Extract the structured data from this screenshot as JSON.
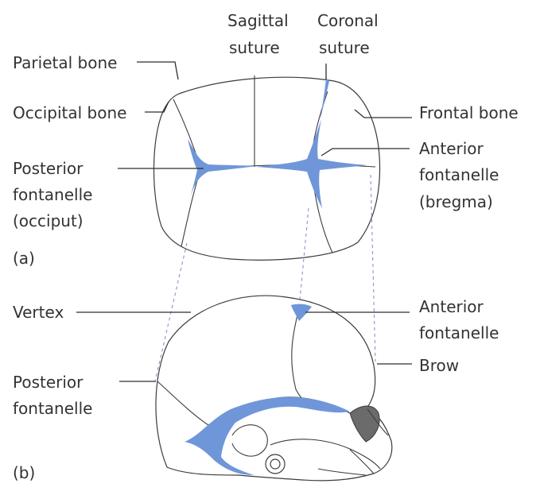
{
  "colors": {
    "fontanelle": "#6f96d8",
    "outline": "#3b3b3b",
    "guide": "#8a93c8"
  },
  "labels": {
    "sagittal_1": "Sagittal",
    "sagittal_2": "suture",
    "coronal_1": "Coronal",
    "coronal_2": "suture",
    "parietal": "Parietal bone",
    "occipital": "Occipital bone",
    "frontal": "Frontal bone",
    "posterior_a_1": "Posterior",
    "posterior_a_2": "fontanelle",
    "posterior_a_3": "(occiput)",
    "anterior_a_1": "Anterior",
    "anterior_a_2": "fontanelle",
    "anterior_a_3": "(bregma)",
    "panel_a": "(a)",
    "vertex": "Vertex",
    "anterior_b_1": "Anterior",
    "anterior_b_2": "fontanelle",
    "brow": "Brow",
    "posterior_b_1": "Posterior",
    "posterior_b_2": "fontanelle",
    "panel_b": "(b)"
  }
}
